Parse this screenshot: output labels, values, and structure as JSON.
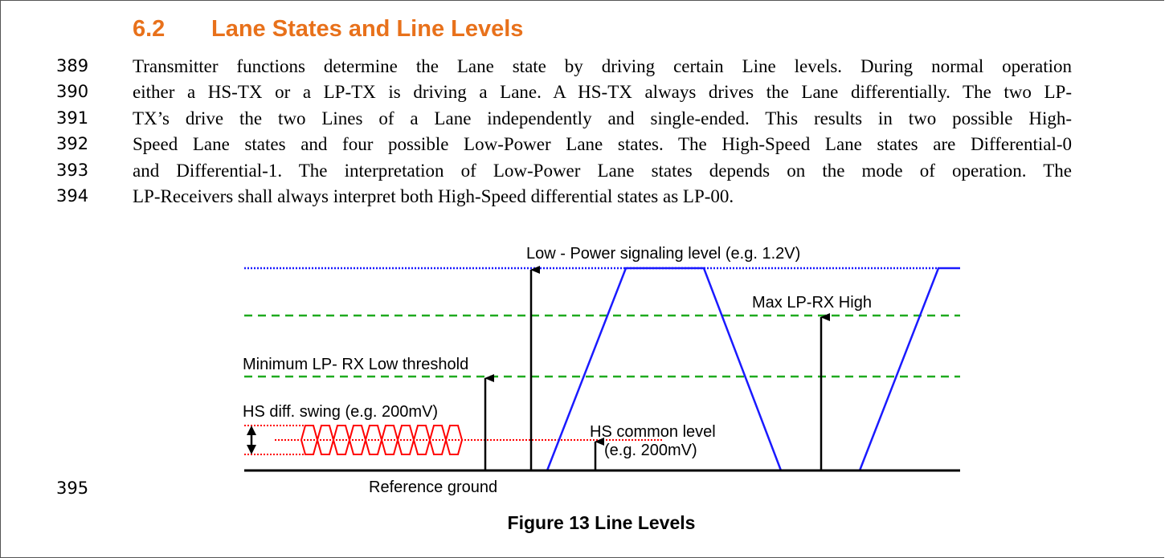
{
  "section": {
    "number": "6.2",
    "title": "Lane States and Line Levels"
  },
  "paragraph": [
    {
      "num": "389",
      "text": "Transmitter functions determine the Lane state by driving certain Line levels. During normal operation"
    },
    {
      "num": "390",
      "text": "either a HS-TX or a LP-TX is driving a Lane. A HS-TX always drives the Lane differentially. The two LP-"
    },
    {
      "num": "391",
      "text": "TX’s drive the two Lines of a Lane independently and single-ended. This results in two possible High-"
    },
    {
      "num": "392",
      "text": "Speed Lane states and four possible Low-Power Lane states. The High-Speed Lane states are Differential-0"
    },
    {
      "num": "393",
      "text": "and Differential-1. The interpretation of Low-Power Lane states depends on the mode of operation. The"
    },
    {
      "num": "394",
      "text": "LP-Receivers shall always interpret both High-Speed differential states as LP-00."
    }
  ],
  "figure": {
    "line_number": "395",
    "caption": "Figure 13 Line Levels",
    "labels": {
      "lp_level": "Low - Power signaling level (e.g. 1.2V)",
      "max_lp_rx_high": "Max LP-RX High",
      "min_lp_rx_low": "Minimum LP- RX Low threshold",
      "hs_swing": "HS diff. swing (e.g. 200mV)",
      "hs_common_1": "HS common level",
      "hs_common_2": "(e.g. 200mV)",
      "ref_ground": "Reference ground"
    },
    "colors": {
      "lp_level_line": "#1a1aff",
      "threshold_lines": "#1faa1f",
      "hs_signal": "#ff0000",
      "waveform": "#1a1aff",
      "ground": "#000000"
    }
  }
}
